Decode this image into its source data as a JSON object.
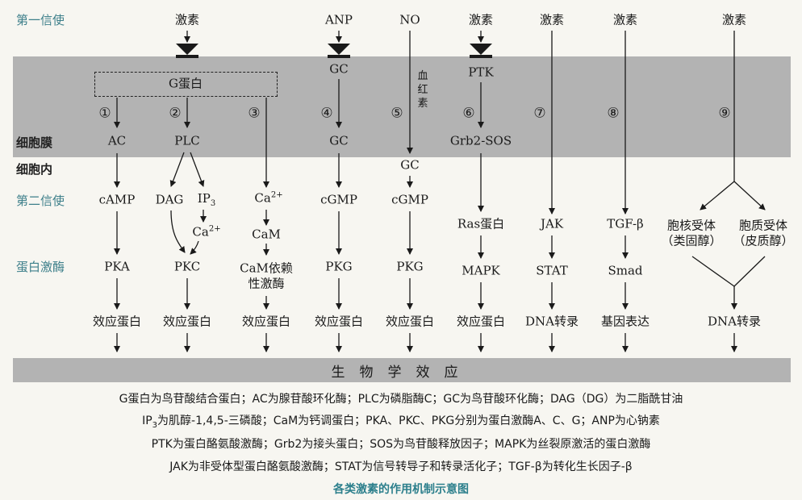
{
  "row_labels": {
    "first_messenger": "第一信使",
    "membrane": "细胞膜",
    "intracellular": "细胞内",
    "second_messenger": "第二信使",
    "kinase": "蛋白激酶"
  },
  "pathways": {
    "p1": {
      "num": "①",
      "membrane": "AC",
      "second": "cAMP",
      "kinase": "PKA",
      "effect": "效应蛋白"
    },
    "p2": {
      "num": "②",
      "membrane": "PLC",
      "second_a": "DAG",
      "second_b": "IP",
      "second_b_sub": "3",
      "ca": "Ca",
      "ca_sup": "2+",
      "kinase": "PKC",
      "effect": "效应蛋白"
    },
    "p3": {
      "num": "③",
      "second": "Ca",
      "second_sup": "2+",
      "cam": "CaM",
      "kinase_line1": "CaM依赖",
      "kinase_line2": "性激酶",
      "effect": "效应蛋白"
    },
    "p4": {
      "num": "④",
      "receptor": "GC",
      "membrane": "GC",
      "second": "cGMP",
      "kinase": "PKG",
      "effect": "效应蛋白"
    },
    "p5": {
      "num": "⑤",
      "vertical": [
        "血",
        "红",
        "素"
      ],
      "intracellular": "GC",
      "second": "cGMP",
      "kinase": "PKG",
      "effect": "效应蛋白"
    },
    "p6": {
      "num": "⑥",
      "receptor": "PTK",
      "membrane": "Grb2-SOS",
      "second": "Ras蛋白",
      "kinase": "MAPK",
      "effect": "效应蛋白"
    },
    "p7": {
      "num": "⑦",
      "second": "JAK",
      "kinase": "STAT",
      "effect": "DNA转录"
    },
    "p8": {
      "num": "⑧",
      "second": "TGF-β",
      "kinase": "Smad",
      "effect": "基因表达"
    },
    "p9": {
      "num": "⑨",
      "nuclear_line1": "胞核受体",
      "nuclear_line2": "（类固醇）",
      "cyto_line1": "胞质受体",
      "cyto_line2": "（皮质醇）",
      "effect": "DNA转录"
    }
  },
  "first_messengers": {
    "h1": "激素",
    "anp": "ANP",
    "no": "NO",
    "h6": "激素",
    "h7": "激素",
    "h8": "激素",
    "h9": "激素"
  },
  "g_protein": "G蛋白",
  "biological_effect": "生物学效应",
  "notes": {
    "line1": "G蛋白为鸟苷酸结合蛋白；AC为腺苷酸环化酶；PLC为磷脂酶C；GC为鸟苷酸环化酶；DAG（DG）为二脂酰甘油",
    "line2_prefix": "IP",
    "line2_sub": "3",
    "line2_rest": "为肌醇-1,4,5-三磷酸；CaM为钙调蛋白；PKA、PKC、PKG分别为蛋白激酶A、C、G；ANP为心钠素",
    "line3": "PTK为蛋白酪氨酸激酶；Grb2为接头蛋白；SOS为鸟苷酸释放因子；MAPK为丝裂原激活的蛋白激酶",
    "line4": "JAK为非受体型蛋白酪氨酸激酶；STAT为信号转导子和转录活化子；TGF-β为转化生长因子-β"
  },
  "caption": "各类激素的作用机制示意图"
}
